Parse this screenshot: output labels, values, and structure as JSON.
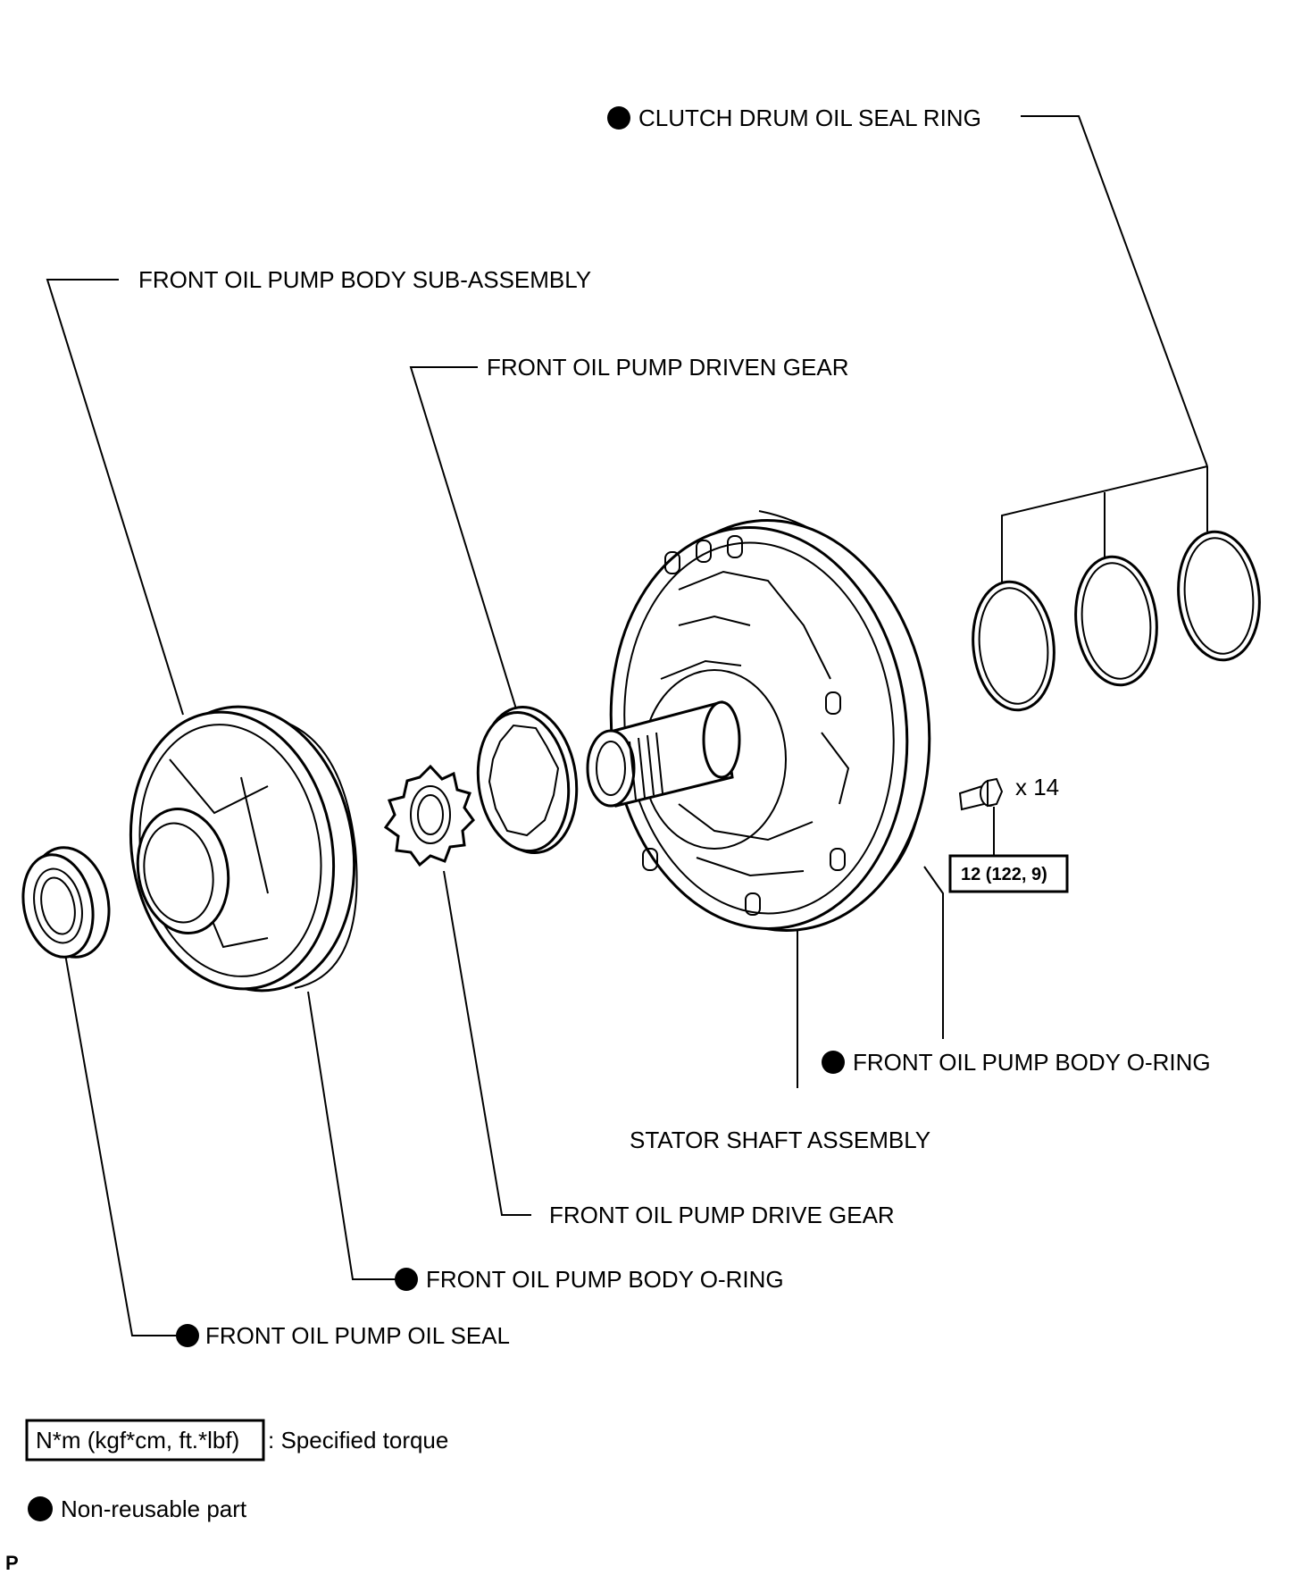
{
  "labels": {
    "clutch_drum_oil_seal_ring": "CLUTCH DRUM OIL SEAL RING",
    "front_oil_pump_body_sub_assembly": "FRONT OIL PUMP BODY SUB-ASSEMBLY",
    "front_oil_pump_driven_gear": "FRONT OIL PUMP DRIVEN GEAR",
    "bolt_quantity": "x 14",
    "bolt_torque": "12 (122, 9)",
    "front_oil_pump_body_o_ring_right": "FRONT OIL PUMP BODY O-RING",
    "stator_shaft_assembly": "STATOR SHAFT ASSEMBLY",
    "front_oil_pump_drive_gear": "FRONT OIL PUMP DRIVE GEAR",
    "front_oil_pump_body_o_ring_left": "FRONT OIL PUMP BODY O-RING",
    "front_oil_pump_oil_seal": "FRONT OIL PUMP OIL SEAL"
  },
  "legend": {
    "torque_unit_box": "N*m (kgf*cm, ft.*lbf)",
    "torque_text": ": Specified torque",
    "non_reusable_text": "Non-reusable part"
  },
  "corner_mark": "P"
}
